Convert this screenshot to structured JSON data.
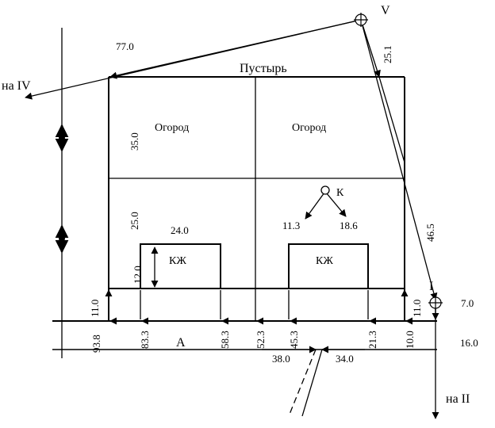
{
  "diagram": {
    "points": {
      "v": "V",
      "i": "I",
      "k": "К"
    },
    "labels": {
      "wasteland": "Пустырь",
      "garden_left": "Огород",
      "garden_right": "Огород",
      "house_left": "КЖ",
      "house_right": "КЖ",
      "road": "А",
      "to_iv": "на IV",
      "to_ii": "на II"
    },
    "dimensions": {
      "d_77": "77.0",
      "d_25_1": "25.1",
      "d_35": "35.0",
      "d_25": "25.0",
      "d_24": "24.0",
      "d_12": "12.0",
      "d_11_left": "11.0",
      "d_11_right": "11.0",
      "d_11_3": "11.3",
      "d_18_6": "18.6",
      "d_46_5": "46.5",
      "d_7": "7.0",
      "d_16": "16.0",
      "d_38": "38.0",
      "d_34": "34.0",
      "d_93_8": "93.8",
      "d_83_3": "83.3",
      "d_58_3": "58.3",
      "d_52_3": "52.3",
      "d_45_3": "45.3",
      "d_21_3": "21.3",
      "d_10": "10.0"
    }
  }
}
